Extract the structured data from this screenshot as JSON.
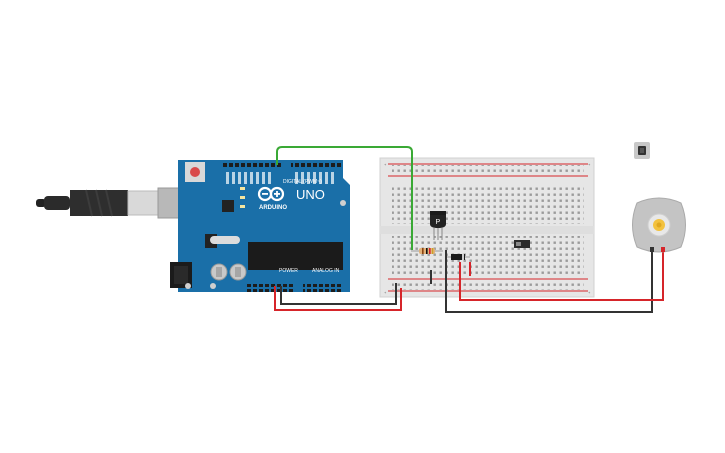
{
  "canvas": {
    "background": "#ffffff"
  },
  "arduino": {
    "logo_text": "ARDUINO",
    "model_text": "UNO",
    "digital_label": "DIGITAL (PWM~)",
    "power_label": "POWER",
    "analog_label": "ANALOG IN",
    "board_color": "#1a6fa8"
  },
  "transistor": {
    "label": "P"
  },
  "wires": {
    "green": "#3aa935",
    "red": "#d6252a",
    "black": "#333333"
  },
  "icons": {
    "usb_cable": "usb-cable-icon",
    "pushbutton": "pushbutton-icon",
    "dc_motor": "dc-motor-icon",
    "resistor": "resistor-icon",
    "transistor": "transistor-icon",
    "diode": "diode-icon",
    "slide_switch": "slide-switch-icon"
  }
}
